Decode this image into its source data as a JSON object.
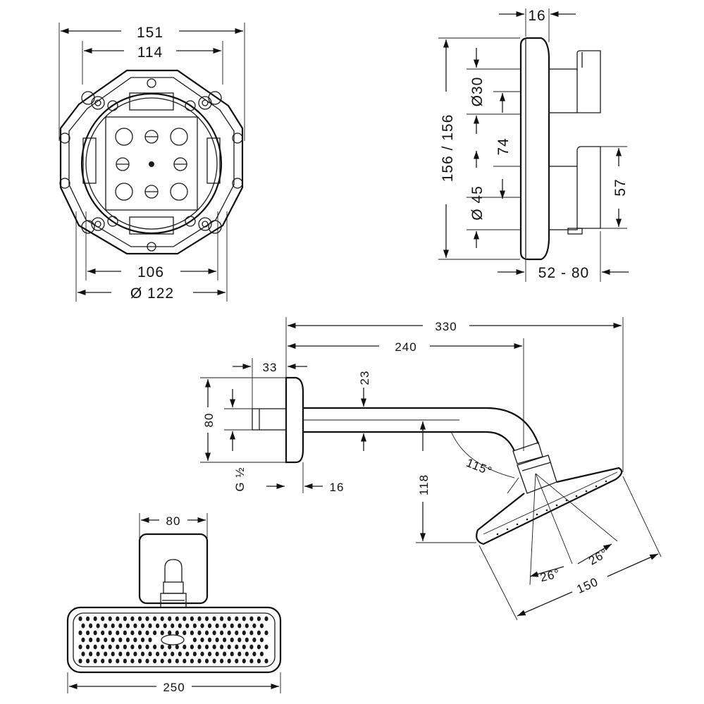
{
  "box_top_view": {
    "dim_outer": "151",
    "dim_inner": "114",
    "dim_bottom_inner": "106",
    "dim_bottom_outer": "Ø 122"
  },
  "thermostat_side_view": {
    "dim_depth": "16",
    "dim_height": "156 / 156",
    "dim_diameter_30": "Ø30",
    "dim_spacing": "74",
    "dim_diameter_45": "Ø 45",
    "dim_handle_height": "57",
    "dim_projection": "52 - 80"
  },
  "shower_arm_side_view": {
    "dim_total_length": "330",
    "dim_arm_length": "240",
    "dim_thread_length": "33",
    "dim_arm_diameter": "23",
    "dim_flange_height": "80",
    "thread_label": "G ½",
    "dim_flange_depth": "16",
    "dim_drop": "118",
    "angle_bend": "115°",
    "angle_left": "26°",
    "angle_right": "26°",
    "dim_head_diameter": "150"
  },
  "shower_head_front_view": {
    "dim_flange_width": "80",
    "dim_head_width": "250"
  }
}
